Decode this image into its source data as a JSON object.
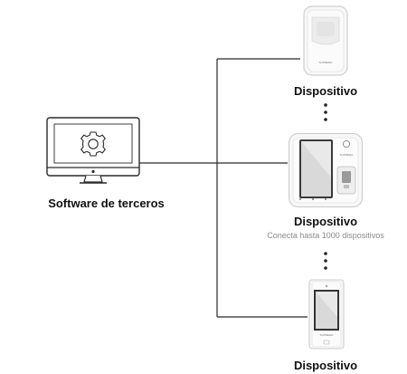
{
  "software": {
    "label": "Software de terceros"
  },
  "devices": [
    {
      "label": "Dispositivo",
      "brand": "SUPREMA"
    },
    {
      "label": "Dispositivo",
      "brand": "SUPREMA",
      "note": "Conecta hasta 1000 dispositivos"
    },
    {
      "label": "Dispositivo",
      "brand": "SUPREMA"
    }
  ],
  "icons": {
    "computer": "computer-with-gear-icon",
    "continuation": "vertical-ellipsis-icon"
  }
}
